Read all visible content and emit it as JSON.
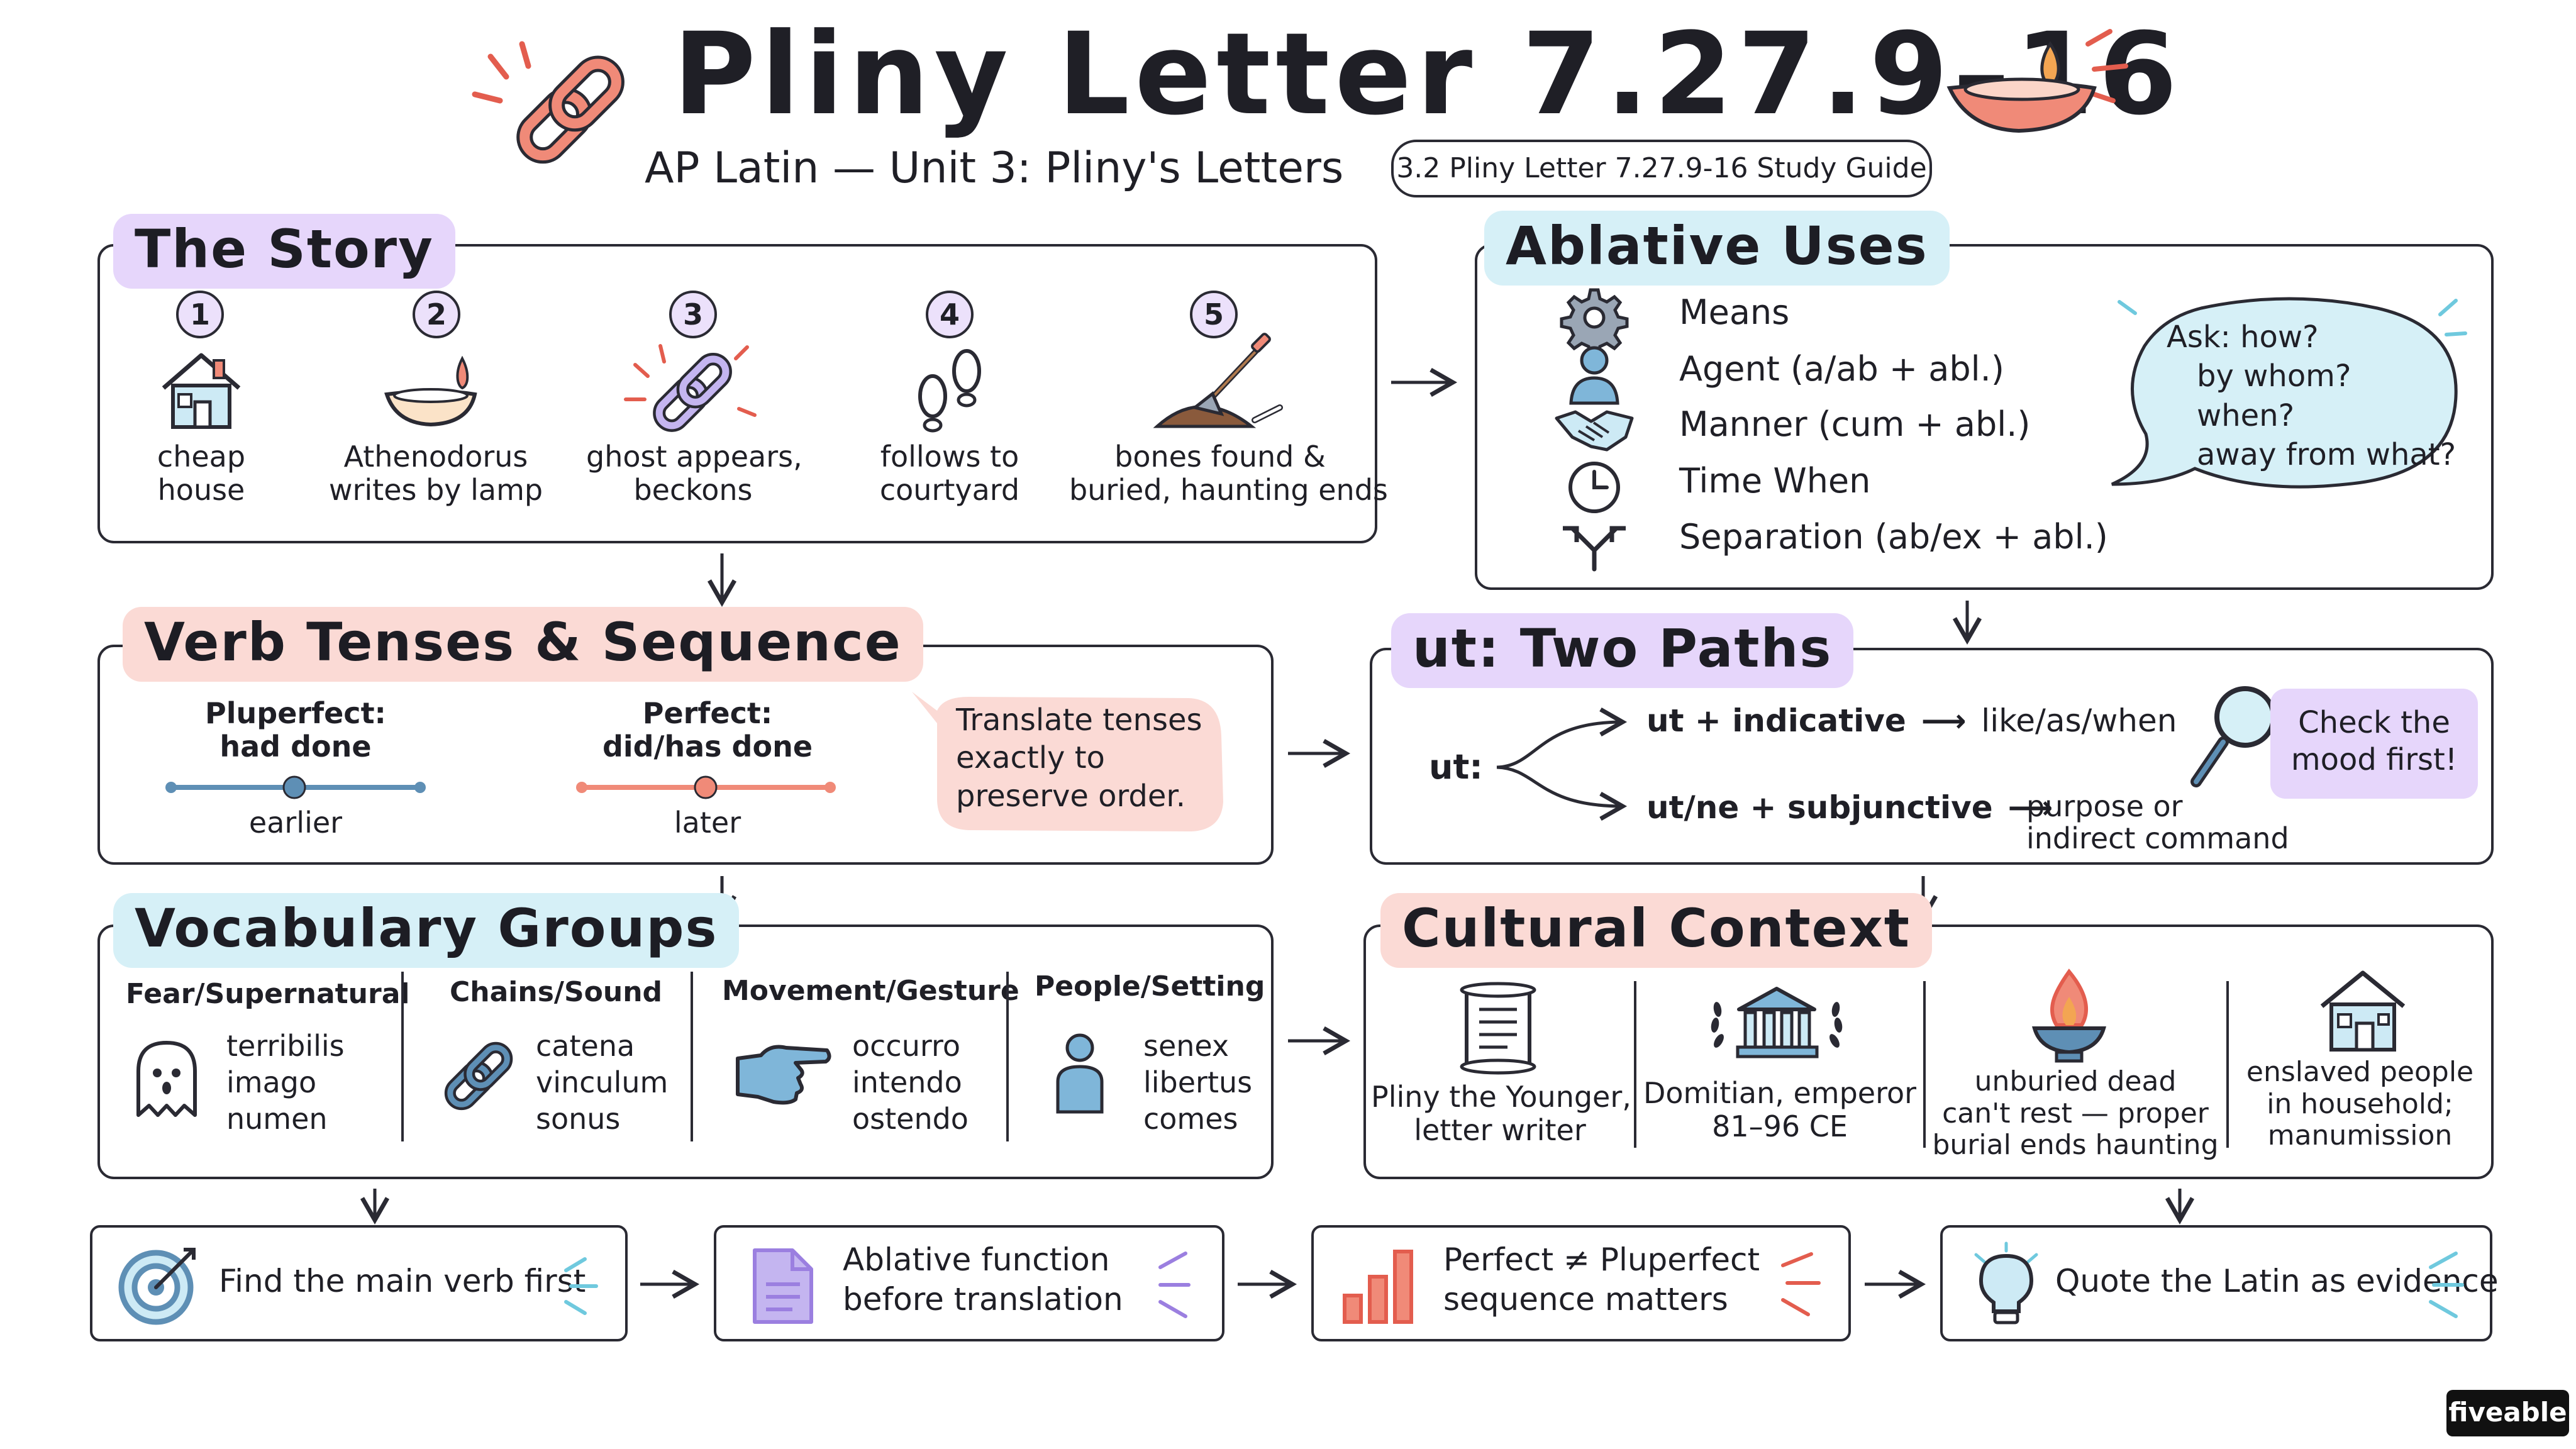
{
  "header": {
    "title": "Pliny Letter 7.27.9–16",
    "subtitle": "AP Latin — Unit 3: Pliny's Letters",
    "badge": "3.2 Pliny Letter 7.27.9-16 Study Guide"
  },
  "story": {
    "title": "The Story",
    "steps": [
      {
        "num": "1",
        "line1": "cheap",
        "line2": "house",
        "icon": "house-icon"
      },
      {
        "num": "2",
        "line1": "Athenodorus",
        "line2": "writes by lamp",
        "icon": "oil-lamp-icon"
      },
      {
        "num": "3",
        "line1": "ghost appears,",
        "line2": "beckons",
        "icon": "chain-icon"
      },
      {
        "num": "4",
        "line1": "follows to",
        "line2": "courtyard",
        "icon": "footprints-icon"
      },
      {
        "num": "5",
        "line1": "bones found &",
        "line2": "buried, haunting ends",
        "icon": "shovel-bones-icon"
      }
    ]
  },
  "ablative": {
    "title": "Ablative Uses",
    "uses": [
      {
        "label": "Means",
        "icon": "gear-icon"
      },
      {
        "label": "Agent (a/ab + abl.)",
        "icon": "person-icon"
      },
      {
        "label": "Manner (cum + abl.)",
        "icon": "handshake-icon"
      },
      {
        "label": "Time When",
        "icon": "clock-icon"
      },
      {
        "label": "Separation (ab/ex + abl.)",
        "icon": "split-arrows-icon"
      }
    ],
    "bubble": [
      "Ask: how?",
      "by whom?",
      "when?",
      "away from what?"
    ]
  },
  "verbs": {
    "title": "Verb Tenses & Sequence",
    "pluperfect_label": "Pluperfect:",
    "pluperfect_meaning": "had done",
    "pluperfect_time": "earlier",
    "perfect_label": "Perfect:",
    "perfect_meaning": "did/has done",
    "perfect_time": "later",
    "note": [
      "Translate tenses",
      "exactly to",
      "preserve order."
    ]
  },
  "ut": {
    "title": "ut: Two Paths",
    "root": "ut:",
    "path1_label": "ut + indicative",
    "path1_meaning": "like/as/when",
    "path2_label": "ut/ne + subjunctive",
    "path2_meaning": [
      "purpose or",
      "indirect command"
    ],
    "note": [
      "Check the",
      "mood first!"
    ]
  },
  "vocab": {
    "title": "Vocabulary Groups",
    "groups": [
      {
        "heading": "Fear/Supernatural",
        "words": [
          "terribilis",
          "imago",
          "numen"
        ],
        "icon": "ghost-icon"
      },
      {
        "heading": "Chains/Sound",
        "words": [
          "catena",
          "vinculum",
          "sonus"
        ],
        "icon": "chain-icon"
      },
      {
        "heading": "Movement/Gesture",
        "words": [
          "occurro",
          "intendo",
          "ostendo"
        ],
        "icon": "pointing-hand-icon"
      },
      {
        "heading": "People/Setting",
        "words": [
          "senex",
          "libertus",
          "comes"
        ],
        "icon": "person-icon"
      }
    ]
  },
  "culture": {
    "title": "Cultural Context",
    "items": [
      {
        "lines": [
          "Pliny the Younger,",
          "letter writer"
        ],
        "icon": "scroll-icon"
      },
      {
        "lines": [
          "Domitian, emperor",
          "81–96 CE"
        ],
        "icon": "temple-laurel-icon"
      },
      {
        "lines": [
          "unburied dead",
          "can't rest — proper",
          "burial ends haunting"
        ],
        "icon": "fire-brazier-icon"
      },
      {
        "lines": [
          "enslaved people",
          "in household;",
          "manumission"
        ],
        "icon": "house-icon"
      }
    ]
  },
  "tips": [
    {
      "lines": [
        "Find the main verb first"
      ],
      "icon": "target-icon"
    },
    {
      "lines": [
        "Ablative function",
        "before translation"
      ],
      "icon": "document-icon"
    },
    {
      "lines": [
        "Perfect ≠ Pluperfect",
        "sequence matters"
      ],
      "icon": "bar-chart-icon"
    },
    {
      "lines": [
        "Quote the Latin as evidence"
      ],
      "icon": "lightbulb-icon"
    }
  ],
  "brand": "fiveable"
}
